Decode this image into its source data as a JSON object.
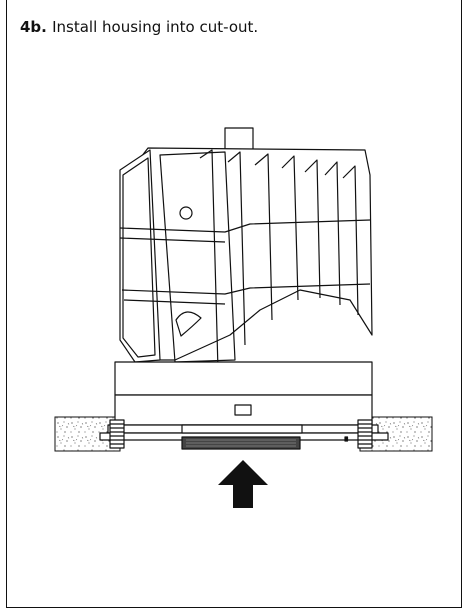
{
  "step": {
    "number": "4b.",
    "text": "Install housing into cut-out."
  },
  "arrow": {
    "direction": "up"
  },
  "colors": {
    "line": "#111111",
    "background": "#ffffff"
  },
  "icons": [
    "housing-illustration",
    "ceiling-cross-section",
    "arrow-up-icon"
  ]
}
